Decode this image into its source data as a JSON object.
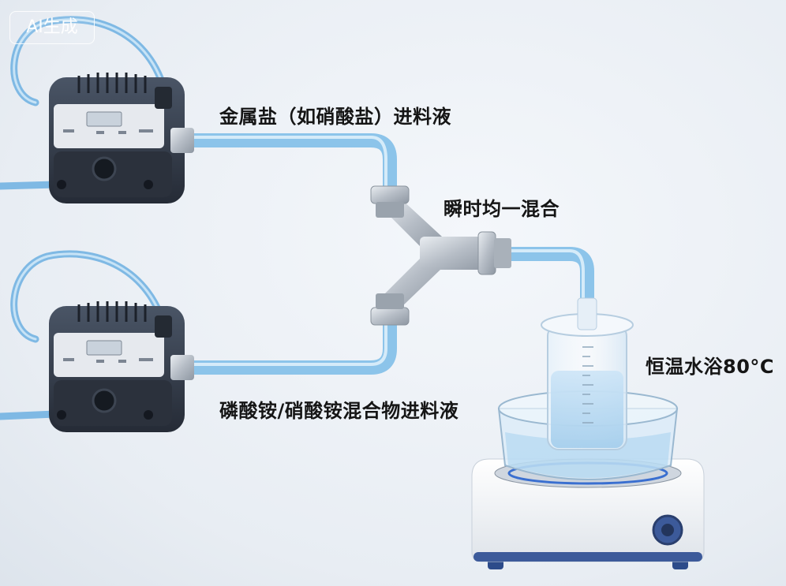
{
  "watermark": "AI生成",
  "labels": {
    "metal_salt_feed": "金属盐（如硝酸盐）进料液",
    "instant_mixing": "瞬时均一混合",
    "phosphate_feed": "磷酸铵/硝酸铵混合物进料液",
    "water_bath": "恒温水浴80°C"
  },
  "colors": {
    "tube": "#8cc4ea",
    "pump_body": "#323a48",
    "fitting": "#bfc6ce",
    "stirrer_body": "#f3f5f8",
    "stirrer_base": "#3c5a9a"
  }
}
